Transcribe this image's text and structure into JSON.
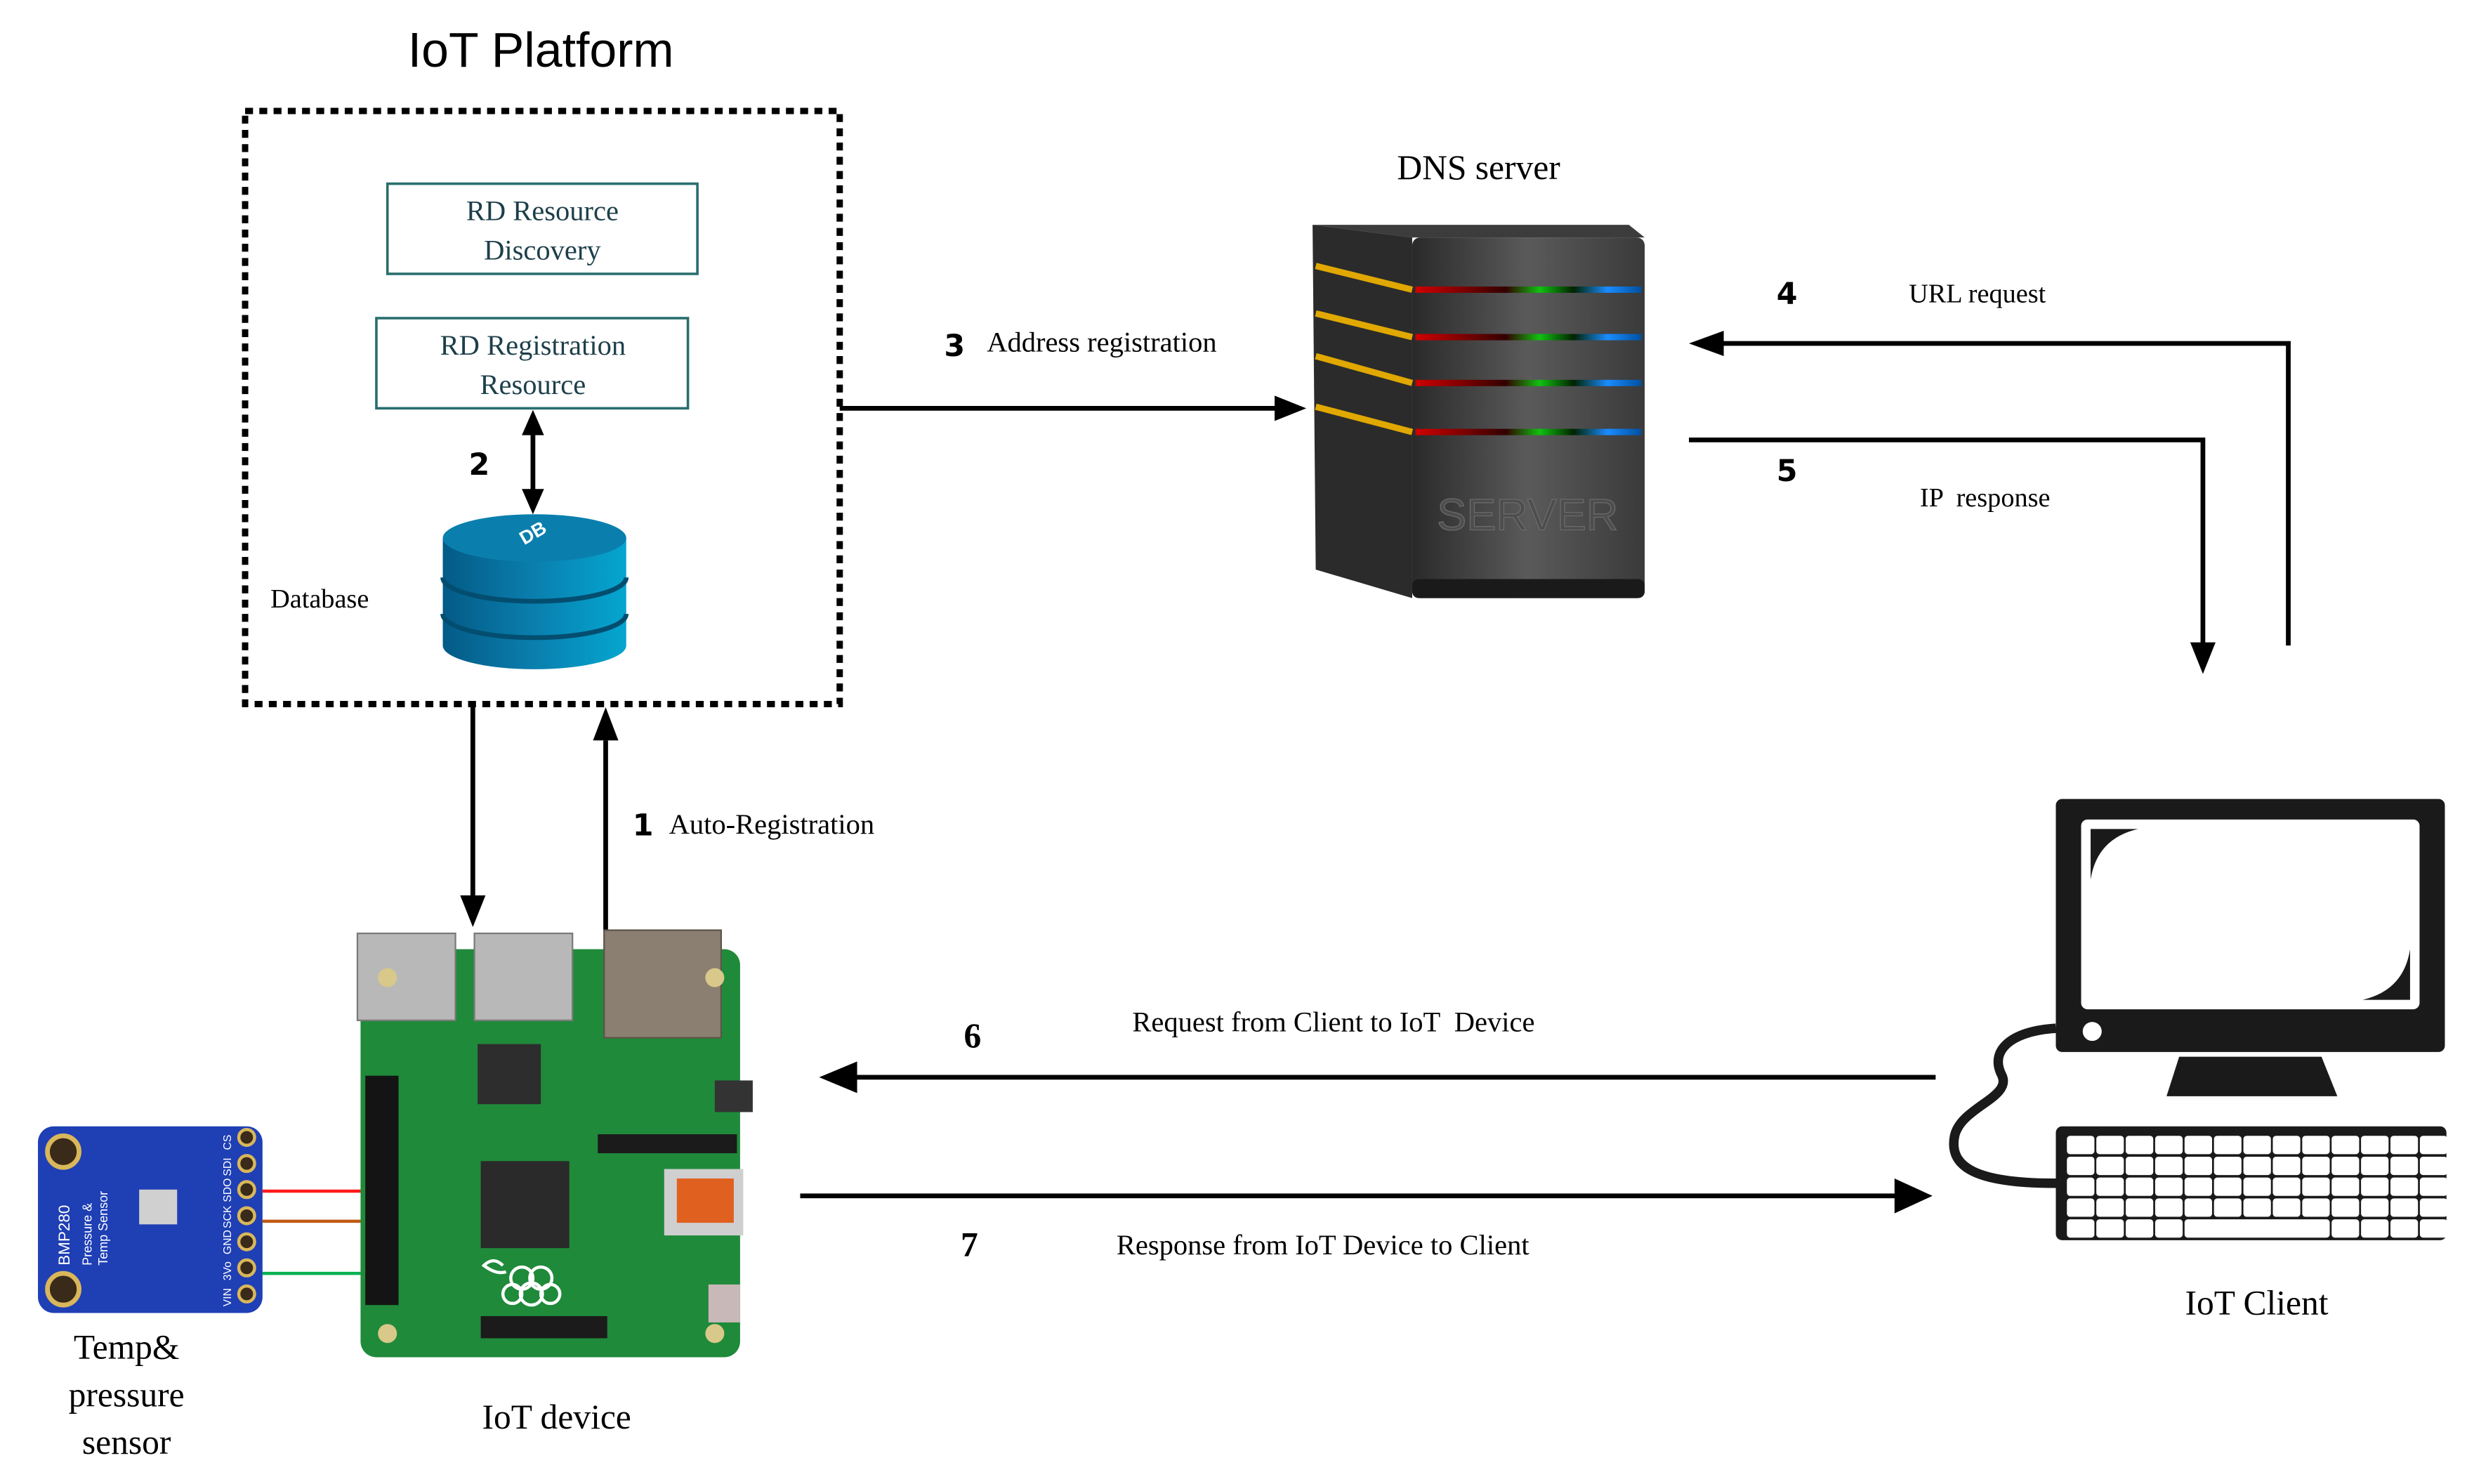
{
  "diagram": {
    "platform": {
      "title": "IoT Platform",
      "rd_discovery": {
        "line1": "RD Resource",
        "line2": "Discovery"
      },
      "rd_registration": {
        "line1": "RD Registration",
        "line2": "Resource"
      },
      "database_label": "Database",
      "db_icon_text": "DB"
    },
    "dns": {
      "label": "DNS server",
      "server_text": "SERVER"
    },
    "client": {
      "label": "IoT Client"
    },
    "device": {
      "label": "IoT device"
    },
    "sensor": {
      "label_line1": "Temp&",
      "label_line2": "pressure",
      "label_line3": "sensor",
      "board_text": "BMP280",
      "board_sub1": "Pressure &",
      "board_sub2": "Temp Sensor",
      "pins": [
        "CS",
        "SDI",
        "SDO",
        "SCK",
        "GND",
        "3Vo",
        "VIN"
      ]
    },
    "steps": [
      {
        "num": "1",
        "label": "Auto-Registration"
      },
      {
        "num": "2",
        "label": ""
      },
      {
        "num": "3",
        "label": "Address registration"
      },
      {
        "num": "4",
        "label": "URL request"
      },
      {
        "num": "5",
        "label": "IP  response"
      },
      {
        "num": "6",
        "label": "Request from Client to IoT  Device"
      },
      {
        "num": "7",
        "label": "Response from IoT Device to Client"
      }
    ],
    "colors": {
      "rd_border": "#2a6e6e",
      "rd_text": "#1d3f4a",
      "db_blue": "#0a7fae",
      "pcb_green": "#1f8a3a",
      "sensor_blue": "#1f3fb5",
      "wire_red": "#ff1a1a",
      "wire_orange": "#c05a10",
      "wire_green": "#00b050"
    }
  }
}
